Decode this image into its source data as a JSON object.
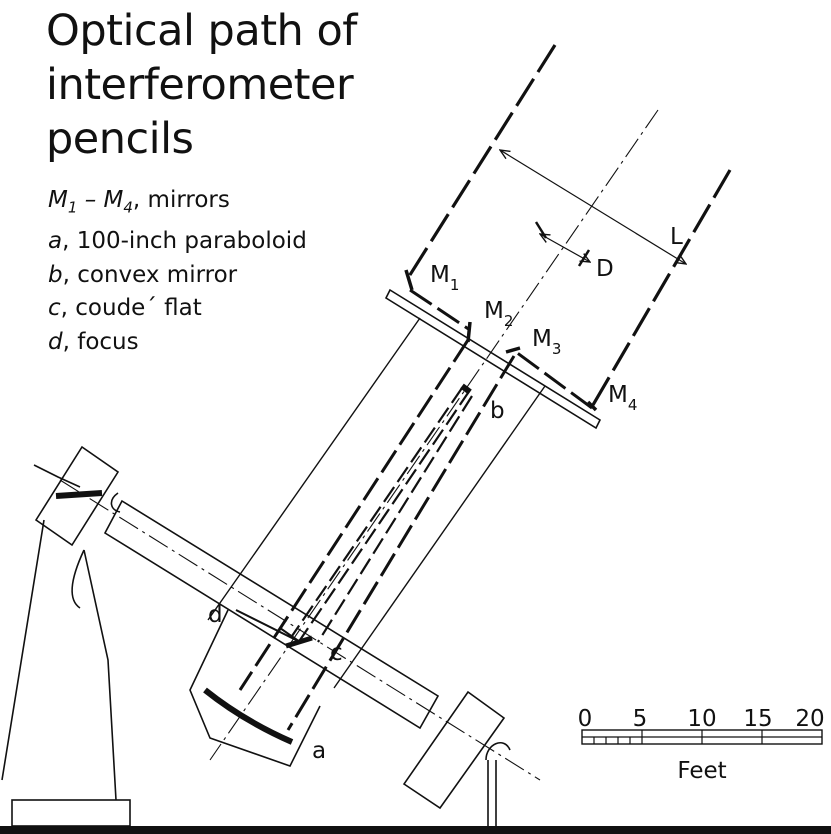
{
  "title": "Optical path of interferometer pencils",
  "legend": [
    {
      "key": "M1 – M4",
      "text": ", mirrors"
    },
    {
      "key": "a",
      "text": ", 100-inch paraboloid"
    },
    {
      "key": "b",
      "text": ", convex mirror"
    },
    {
      "key": "c",
      "text": ", coude´ flat"
    },
    {
      "key": "d",
      "text": ", focus"
    }
  ],
  "labels": {
    "M": "M",
    "m1_sub": "1",
    "m2_sub": "2",
    "m3_sub": "3",
    "m4_sub": "4",
    "L": "L",
    "D": "D",
    "a": "a",
    "b": "b",
    "c": "c",
    "d": "d"
  },
  "scale": {
    "ticks": [
      "0",
      "5",
      "10",
      "15",
      "20"
    ],
    "unit": "Feet"
  }
}
